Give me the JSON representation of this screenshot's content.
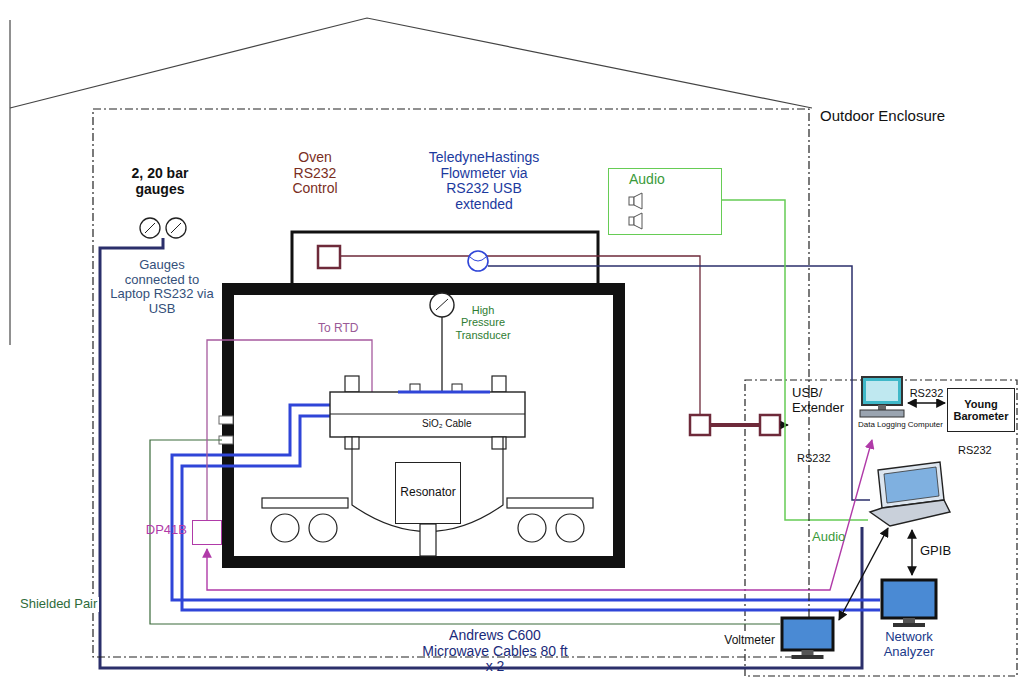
{
  "diagram": {
    "nodes": [
      {
        "text": [
          "Outdoor Enclosure"
        ]
      },
      {
        "text": [
          "Audio"
        ],
        "in": 0
      },
      {
        "text": [
          "Resonator"
        ],
        "in": 0
      },
      {
        "text": [
          "DP41B"
        ],
        "in": 0
      },
      {
        "text": [
          "Data Logging Computer"
        ]
      },
      {
        "text": [
          "Young Barometer"
        ]
      },
      {
        "text": [
          "Voltmeter"
        ]
      },
      {
        "text": [
          "Network Analyzer"
        ]
      }
    ],
    "edges": [
      {
        "from": 4,
        "to": 5,
        "arrow": "both",
        "label": "RS232"
      }
    ],
    "labels": [
      "2, 20 bar gauges",
      "Gauges connected to Laptop RS232 via USB",
      "Oven RS232 Control",
      "TeledyneHastings Flowmeter via RS232 USB extended",
      "To RTD",
      "High Pressure Transducer",
      "SiO₂ Cable",
      "Shielded Pair",
      "Andrews C600 Microwave Cables 80 ft x 2",
      "USB/ Extender",
      "RS232",
      "RS232",
      "Audio",
      "GPIB"
    ]
  }
}
